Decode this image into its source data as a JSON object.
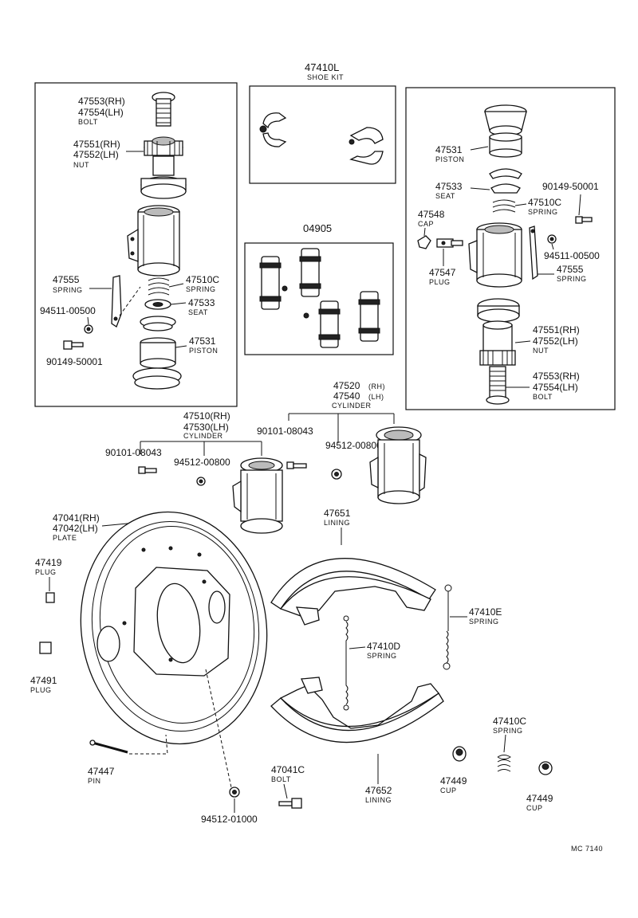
{
  "labels": {
    "shoe_kit_num": "47410L",
    "shoe_kit_name": "SHOE KIT",
    "kit_04905": "04905",
    "lt_bolt_rh": "47553(RH)",
    "lt_bolt_lh": "47554(LH)",
    "lt_bolt_name": "BOLT",
    "lt_nut_rh": "47551(RH)",
    "lt_nut_lh": "47552(LH)",
    "lt_nut_name": "NUT",
    "lt_spring_num": "47555",
    "lt_spring_name": "SPRING",
    "lt_washer": "94511-00500",
    "lt_bolt2": "90149-50001",
    "lt_spring2_num": "47510C",
    "lt_spring2_name": "SPRING",
    "lt_seat_num": "47533",
    "lt_seat_name": "SEAT",
    "lt_piston_num": "47531",
    "lt_piston_name": "PISTON",
    "rt_piston_num": "47531",
    "rt_piston_name": "PISTON",
    "rt_seat_num": "47533",
    "rt_seat_name": "SEAT",
    "rt_bolt2": "90149-50001",
    "rt_spring_num": "47510C",
    "rt_spring_name": "SPRING",
    "rt_cap_num": "47548",
    "rt_cap_name": "CAP",
    "rt_washer": "94511-00500",
    "rt_plug_num": "47547",
    "rt_plug_name": "PLUG",
    "rt_spring2_num": "47555",
    "rt_spring2_name": "SPRING",
    "rt_nut_rh": "47551(RH)",
    "rt_nut_lh": "47552(LH)",
    "rt_nut_name": "NUT",
    "rt_bolt_rh": "47553(RH)",
    "rt_bolt_lh": "47554(LH)",
    "rt_bolt_name": "BOLT",
    "cyl_r_rh": "47520",
    "cyl_r_rh_tag": "(RH)",
    "cyl_r_lh": "47540",
    "cyl_r_lh_tag": "(LH)",
    "cyl_r_name": "CYLINDER",
    "cyl_l_rh": "47510(RH)",
    "cyl_l_lh": "47530(LH)",
    "cyl_l_name": "CYLINDER",
    "bolt_90101_a": "90101-08043",
    "bolt_90101_b": "90101-08043",
    "nut_94512_a": "94512-00800",
    "nut_94512_b": "94512-00800",
    "plate_rh": "47041(RH)",
    "plate_lh": "47042(LH)",
    "plate_name": "PLATE",
    "plug_47419": "47419",
    "plug_47419_name": "PLUG",
    "plug_47491": "47491",
    "plug_47491_name": "PLUG",
    "pin_num": "47447",
    "pin_name": "PIN",
    "nut_94512_01000": "94512-01000",
    "lining_top_num": "47651",
    "lining_top_name": "LINING",
    "spring_e_num": "47410E",
    "spring_e_name": "SPRING",
    "spring_d_num": "47410D",
    "spring_d_name": "SPRING",
    "bolt_47041c": "47041C",
    "bolt_47041c_name": "BOLT",
    "lining_bot_num": "47652",
    "lining_bot_name": "LINING",
    "cup_a_num": "47449",
    "cup_a_name": "CUP",
    "spring_c_num": "47410C",
    "spring_c_name": "SPRING",
    "cup_b_num": "47449",
    "cup_b_name": "CUP",
    "code": "MC 7140"
  }
}
